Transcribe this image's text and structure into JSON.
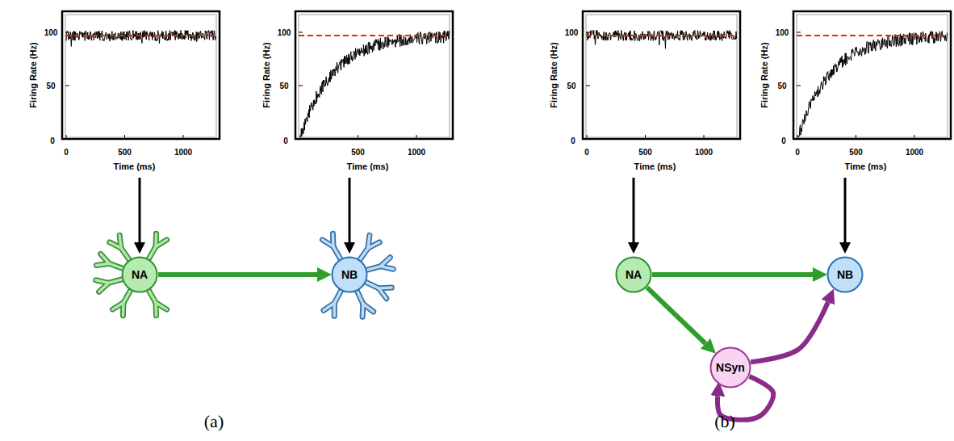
{
  "diagram": {
    "nodes": [
      {
        "text": [
          "NA"
        ]
      },
      {
        "text": [
          "NB"
        ]
      },
      {
        "text": [
          "NA"
        ]
      },
      {
        "text": [
          "NB"
        ]
      },
      {
        "text": [
          "NSyn"
        ]
      }
    ],
    "edges": [
      {
        "from": 0,
        "to": 1,
        "arrow": "to"
      },
      {
        "from": 2,
        "to": 3,
        "arrow": "to"
      },
      {
        "from": 2,
        "to": 4,
        "arrow": "to"
      },
      {
        "from": 4,
        "to": 3,
        "arrow": "to"
      },
      {
        "from": 4,
        "to": 4,
        "arrow": "to"
      }
    ],
    "labels": [
      "Firing Rate (Hz)",
      "100",
      "50",
      "0",
      "0",
      "500",
      "1000",
      "Time (ms)",
      "Firing Rate (Hz)",
      "100",
      "50",
      "0",
      "500",
      "1000",
      "Time (ms)",
      "Firing Rate (Hz)",
      "100",
      "50",
      "0",
      "0",
      "500",
      "1000",
      "Time (ms)",
      "Firing Rate (Hz)",
      "100",
      "50",
      "0",
      "0",
      "500",
      "1000",
      "Time (ms)",
      "(a)",
      "(b)"
    ]
  }
}
